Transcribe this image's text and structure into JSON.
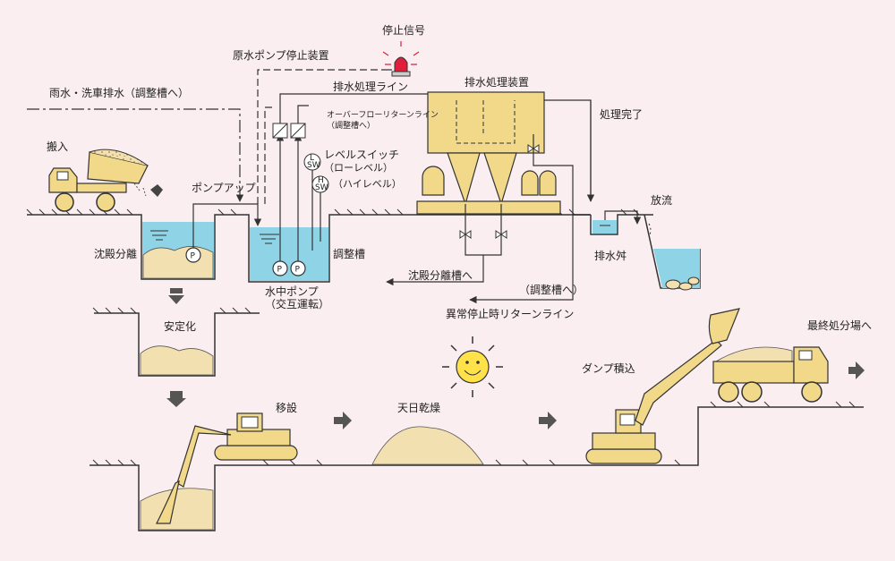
{
  "labels": {
    "stop_signal": "停止信号",
    "raw_pump_stop": "原水ポンプ停止装置",
    "rain_wash": "雨水・洗車排水（調整槽へ）",
    "drain_line": "排水処理ライン",
    "treatment_unit": "排水処理装置",
    "overflow_return_1": "オーバーフローリターンライン",
    "overflow_return_2": "（調整槽へ）",
    "carry_in": "搬入",
    "pump_up": "ポンプアップ",
    "level_switch": "レベルスイッチ",
    "low_level": "（ローレベル）",
    "high_level": "（ハイレベル）",
    "treatment_done": "処理完了",
    "discharge": "放流",
    "sedimentation": "沈殿分離",
    "adjust_tank": "調整槽",
    "drain_well": "排水舛",
    "to_sed_tank": "沈殿分離槽へ",
    "submersible_pump_1": "水中ポンプ",
    "submersible_pump_2": "（交互運転）",
    "to_adjust_tank": "（調整槽へ）",
    "abnormal_return": "異常停止時リターンライン",
    "stabilize": "安定化",
    "relocate": "移設",
    "sun_dry": "天日乾燥",
    "dump_load": "ダンプ積込",
    "final_disposal": "最終処分場へ",
    "pump_p": "P",
    "sw_l": "L",
    "sw_h": "H",
    "sw": "SW"
  },
  "colors": {
    "background": "#fbeef1",
    "water": "#8fd3e6",
    "sediment": "#f2e0b0",
    "machine": "#f2d98a",
    "sun": "#ffe24a",
    "arrow": "#555555",
    "signal": "#e0203a"
  },
  "icons": [
    "dump-truck-icon",
    "excavator-icon",
    "sun-icon",
    "warning-light-icon",
    "pump-icon",
    "arrow-icon"
  ]
}
